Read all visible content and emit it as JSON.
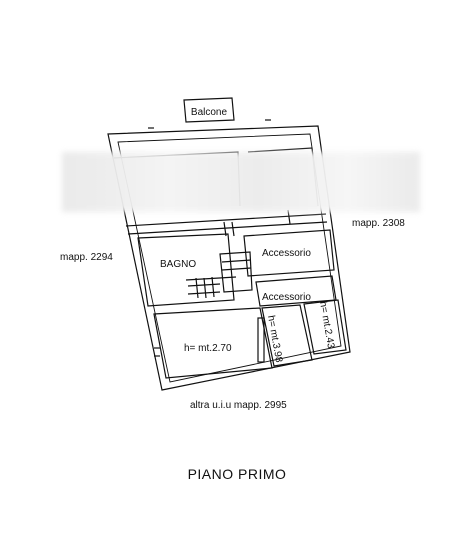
{
  "plan": {
    "balcony": "Balcone",
    "neighbor_right": "mapp. 2308",
    "neighbor_left": "mapp. 2294",
    "neighbor_bottom": "altra u.i.u mapp. 2995",
    "rooms": {
      "bagno": "BAGNO",
      "accessorio_upper": "Accessorio",
      "accessorio_lower": "Accessorio",
      "main_room_height": "h= mt.2.70",
      "corridor_height": "h= mt.3.98",
      "side_room_height": "h= mt.2.43"
    },
    "floor_title": "PIANO  PRIMO"
  }
}
